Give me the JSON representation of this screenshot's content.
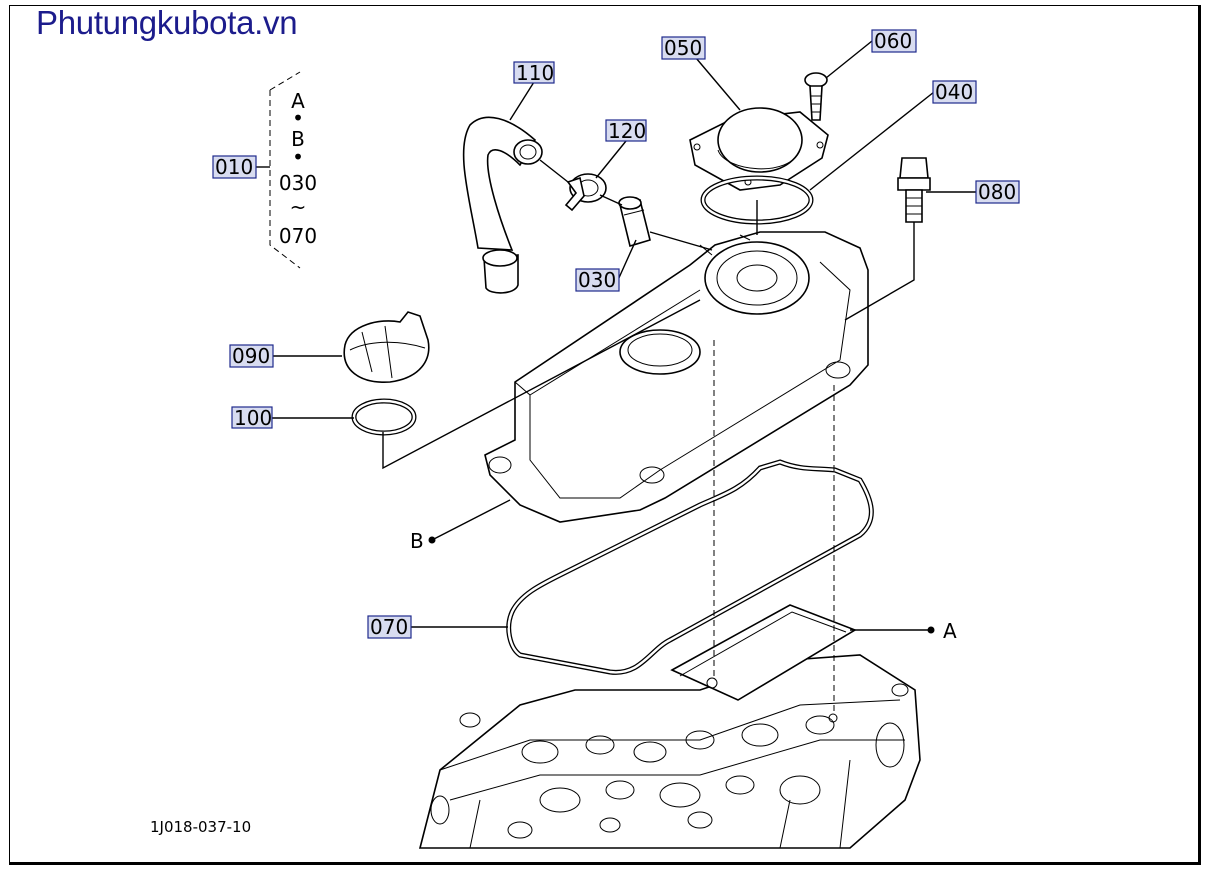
{
  "watermark": "Phutungkubota.vn",
  "diagram_code": "1J018-037-10",
  "group": {
    "number": "010",
    "lines": [
      "A",
      "•",
      "B",
      "•",
      "030",
      "~",
      "070"
    ]
  },
  "callouts": {
    "p110": "110",
    "p120": "120",
    "p050": "050",
    "p060": "060",
    "p040": "040",
    "p080": "080",
    "p030": "030",
    "p090": "090",
    "p100": "100",
    "p070": "070"
  },
  "markers": {
    "a": "A",
    "b": "B"
  },
  "colors": {
    "label_box": "#d8dcf0",
    "label_border": "#1f2a8c",
    "watermark": "#1c1c8c"
  }
}
